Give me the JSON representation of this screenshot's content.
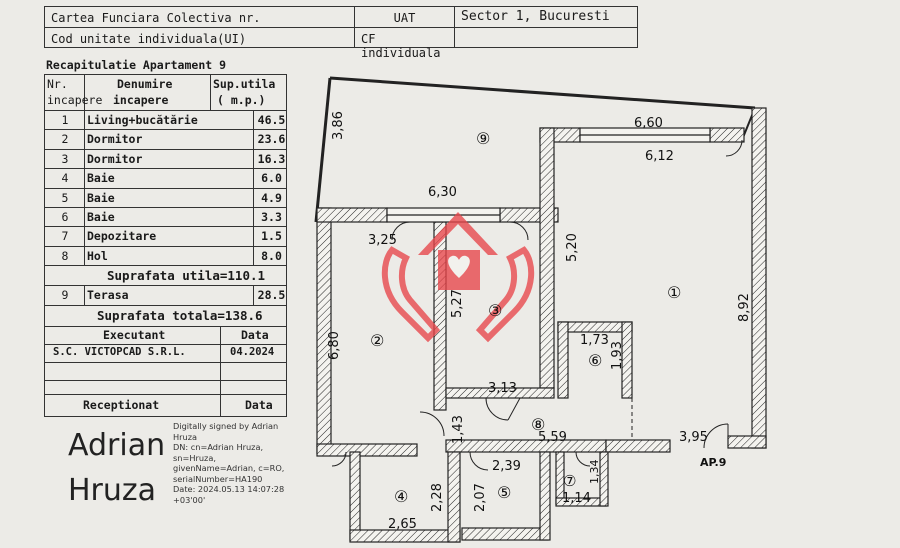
{
  "header": {
    "cartea_funciara": "Cartea Funciara Colectiva nr.",
    "uat_label": "UAT",
    "uat_value": "Sector 1, Bucuresti",
    "cod_unitate": "Cod unitate individuala(UI)",
    "cf_individuala": "CF individuala"
  },
  "recap": {
    "title": "Recapitulatie Apartament 9",
    "col_nr": [
      "Nr.",
      "incapere"
    ],
    "col_name": [
      "Denumire",
      "incapere"
    ],
    "col_sup": [
      "Sup.utila",
      "( m.p.)"
    ],
    "rows": [
      {
        "nr": "1",
        "name": "Living+bucătărie",
        "val": "46.5"
      },
      {
        "nr": "2",
        "name": "Dormitor",
        "val": "23.6"
      },
      {
        "nr": "3",
        "name": "Dormitor",
        "val": "16.3"
      },
      {
        "nr": "4",
        "name": "Baie",
        "val": "6.0"
      },
      {
        "nr": "5",
        "name": "Baie",
        "val": "4.9"
      },
      {
        "nr": "6",
        "name": "Baie",
        "val": "3.3"
      },
      {
        "nr": "7",
        "name": "Depozitare",
        "val": "1.5"
      },
      {
        "nr": "8",
        "name": "Hol",
        "val": "8.0"
      }
    ],
    "suprafata_utila": "Suprafata utila=110.1",
    "terasa": {
      "nr": "9",
      "name": "Terasa",
      "val": "28.5"
    },
    "suprafata_totala": "Suprafata totala=138.6",
    "executant_label": "Executant",
    "data_label": "Data",
    "executant": "S.C. VICTOPCAD S.R.L.",
    "executant_date": "04.2024",
    "receptionat_label": "Receptionat",
    "receptionat_data": "Data"
  },
  "signature": {
    "first": "Adrian",
    "last": "Hruza",
    "lines": [
      "Digitally signed by Adrian",
      "Hruza",
      "DN: cn=Adrian Hruza,",
      "sn=Hruza,",
      "givenName=Adrian, c=RO,",
      "serialNumber=HA190",
      "Date: 2024.05.13 14:07:28",
      "+03'00'"
    ]
  },
  "plan": {
    "dims": {
      "d386": "3,86",
      "d660": "6,60",
      "d612": "6,12",
      "d630": "6,30",
      "d325": "3,25",
      "d520": "5,20",
      "d892": "8,92",
      "d680": "6,80",
      "d527": "5,27",
      "d173": "1,73",
      "d193": "1,93",
      "d313": "3,13",
      "d143": "1,43",
      "d559": "5,59",
      "d395": "3,95",
      "d239": "2,39",
      "d228": "2,28",
      "d207": "2,07",
      "d134": "1,34",
      "d114": "1,14",
      "d265": "2,65"
    },
    "rooms": {
      "r1": "①",
      "r2": "②",
      "r3": "③",
      "r4": "④",
      "r5": "⑤",
      "r6": "⑥",
      "r7": "⑦",
      "r8": "⑧",
      "r9": "⑨"
    },
    "apartment_label": "AP.9",
    "watermark_color": "#e8454a"
  }
}
